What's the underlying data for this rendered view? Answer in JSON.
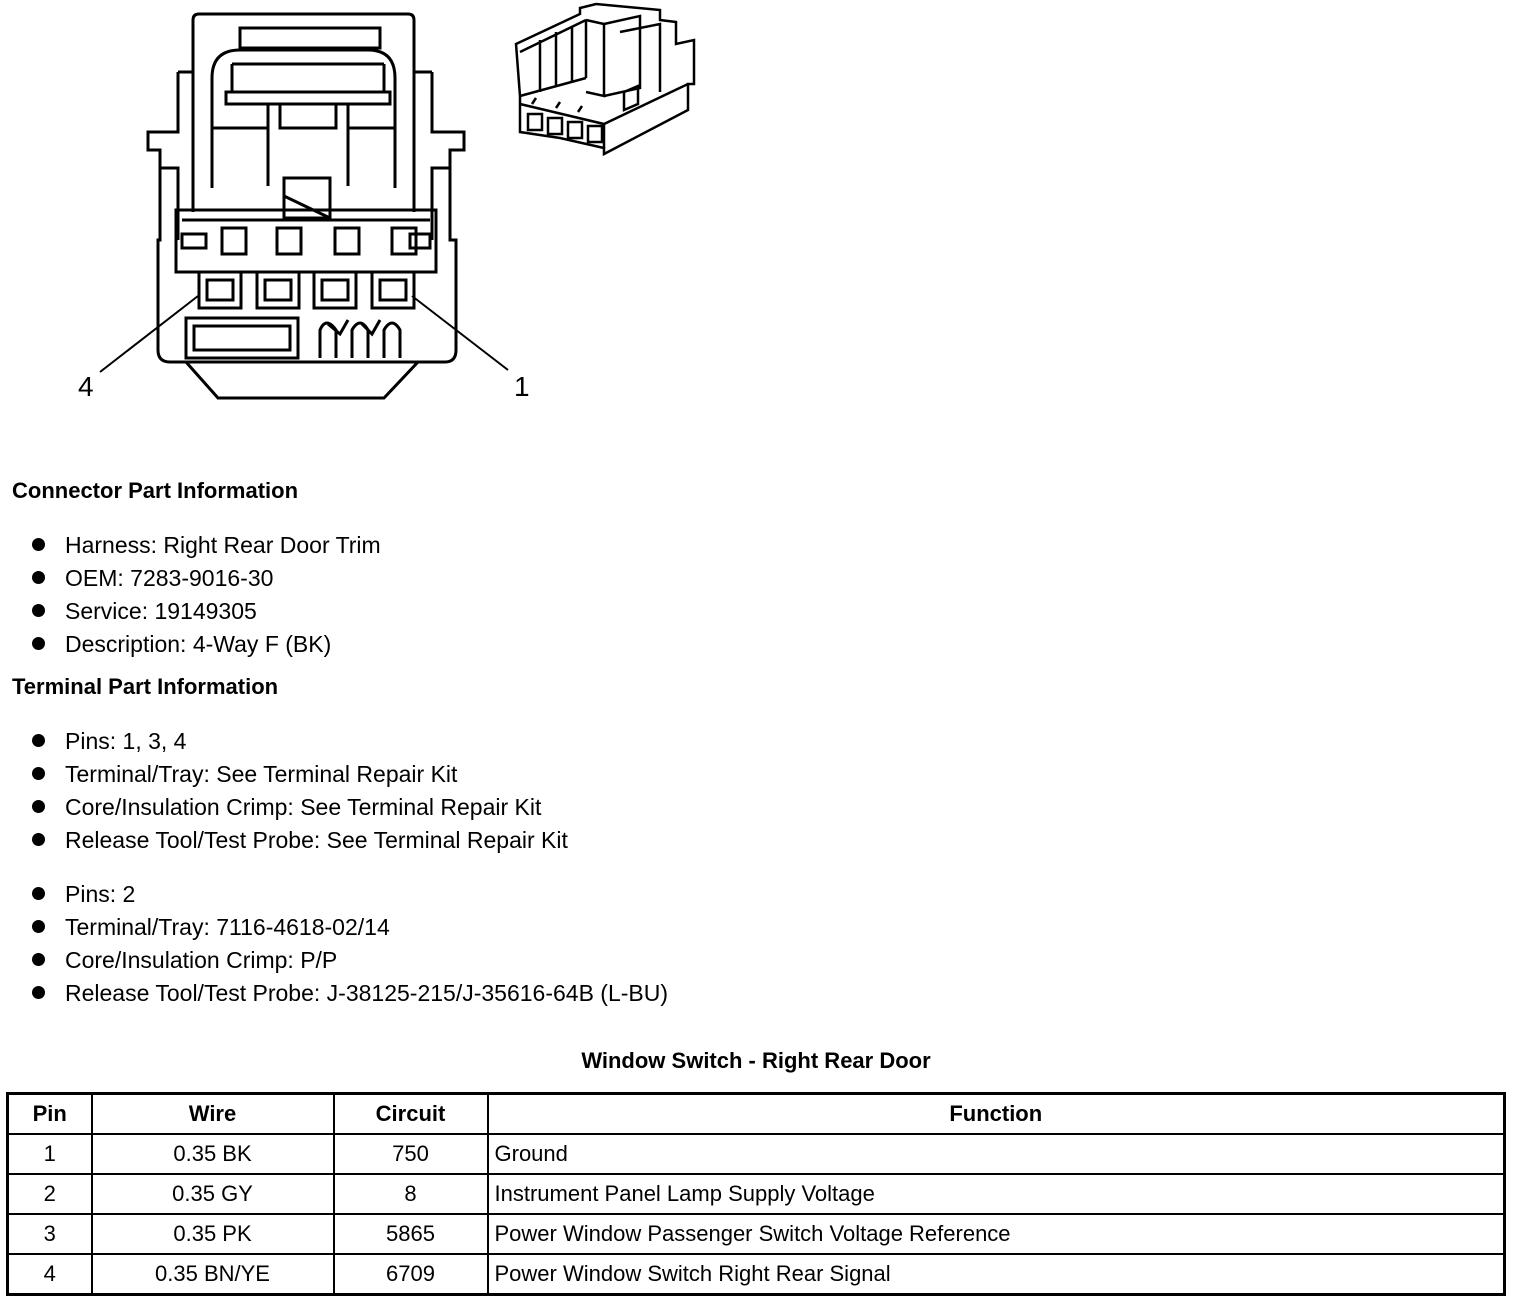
{
  "diagram": {
    "pin_label_left": "4",
    "pin_label_right": "1"
  },
  "connector_info": {
    "heading": "Connector Part Information",
    "items": [
      "Harness: Right Rear Door Trim",
      "OEM: 7283-9016-30",
      "Service: 19149305",
      "Description: 4-Way F (BK)"
    ]
  },
  "terminal_info": {
    "heading": "Terminal Part Information",
    "group1": [
      "Pins: 1, 3, 4",
      "Terminal/Tray: See Terminal Repair Kit",
      "Core/Insulation Crimp: See Terminal Repair Kit",
      "Release Tool/Test Probe: See Terminal Repair Kit"
    ],
    "group2": [
      "Pins: 2",
      "Terminal/Tray: 7116-4618-02/14",
      "Core/Insulation Crimp: P/P",
      "Release Tool/Test Probe: J-38125-215/J-35616-64B (L-BU)"
    ]
  },
  "pin_table": {
    "title": "Window Switch - Right Rear Door",
    "headers": [
      "Pin",
      "Wire",
      "Circuit",
      "Function"
    ],
    "rows": [
      [
        "1",
        "0.35 BK",
        "750",
        "Ground"
      ],
      [
        "2",
        "0.35 GY",
        "8",
        "Instrument Panel Lamp Supply Voltage"
      ],
      [
        "3",
        "0.35 PK",
        "5865",
        "Power Window Passenger Switch Voltage Reference"
      ],
      [
        "4",
        "0.35 BN/YE",
        "6709",
        "Power Window Switch Right Rear Signal"
      ]
    ]
  }
}
